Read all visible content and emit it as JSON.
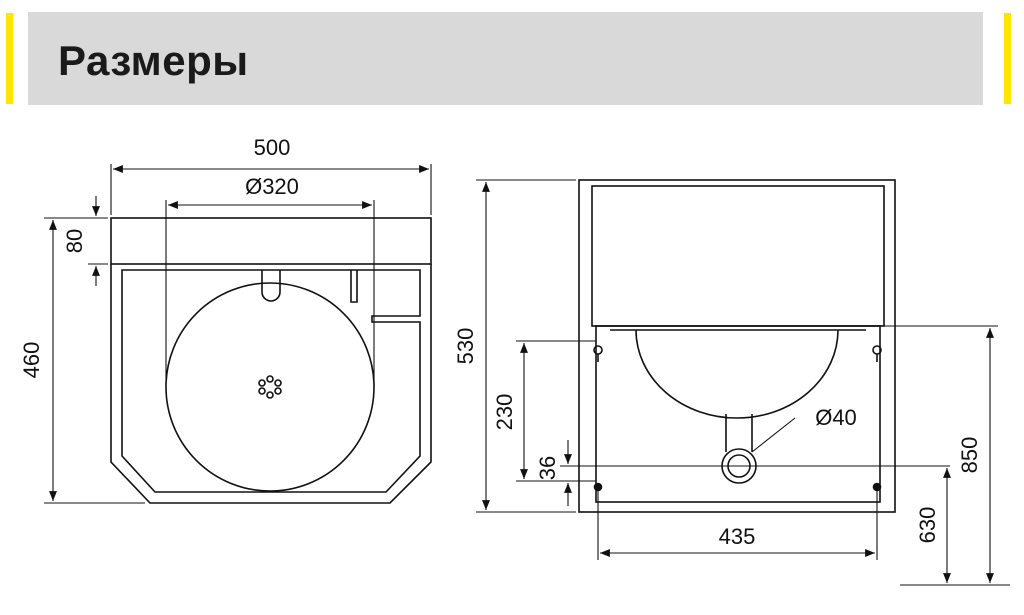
{
  "header": {
    "title": "Размеры",
    "background_color": "#d9d9d9",
    "accent_color": "#ffe600"
  },
  "front_view": {
    "width_label": "500",
    "bowl_diameter_label": "Ø320",
    "rim_height_label": "80",
    "height_label": "460"
  },
  "side_view": {
    "height_label": "530",
    "mount_height_label": "230",
    "drain_offset_label": "36",
    "drain_diameter_label": "Ø40",
    "mount_spacing_label": "435",
    "floor_height_label": "850",
    "drain_floor_height_label": "630"
  }
}
